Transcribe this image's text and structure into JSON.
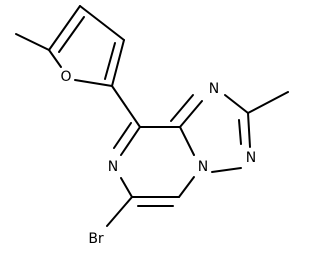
{
  "molecule": {
    "atoms": {
      "o_furan": "O",
      "n_ring_left": "N",
      "n_triazole_top": "N",
      "n_triazole_right": "N",
      "n_bridgehead": "N",
      "br": "Br"
    }
  },
  "colors": {
    "ink": "#000000",
    "background": "#ffffff"
  }
}
